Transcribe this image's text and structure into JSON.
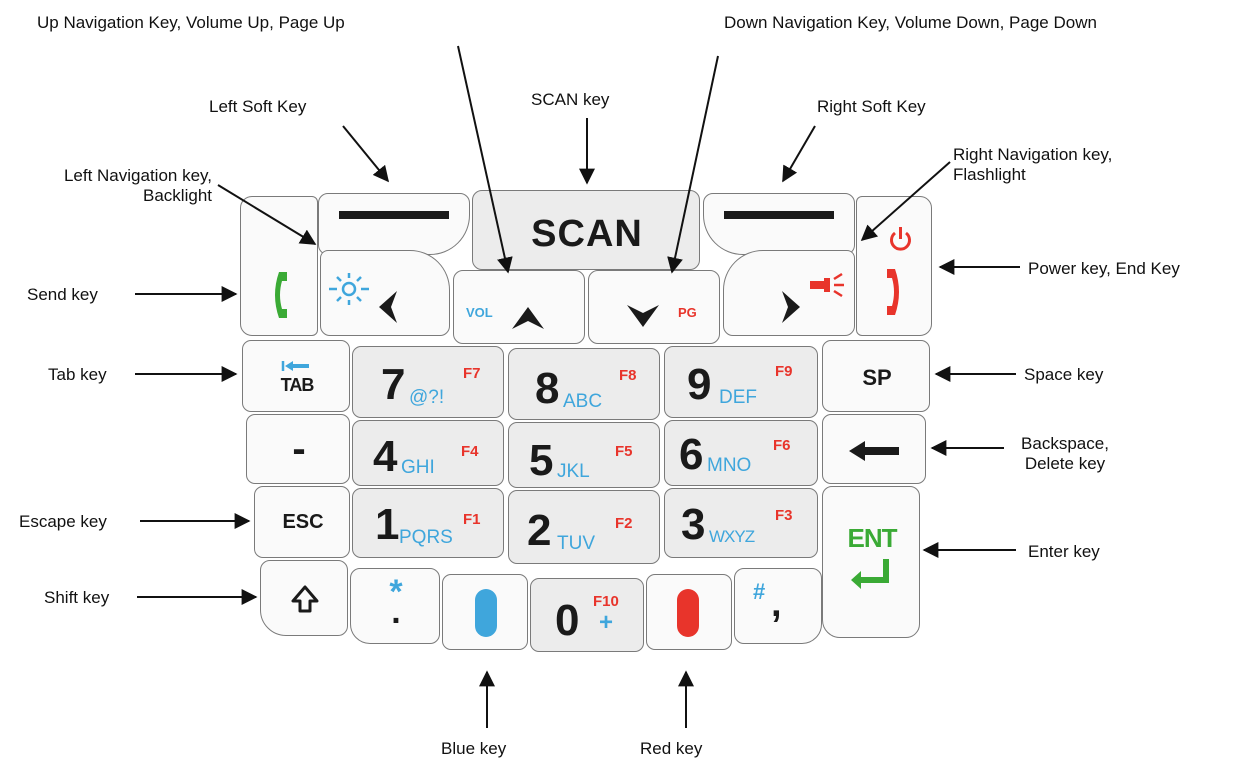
{
  "callouts": {
    "up_nav": "Up Navigation Key, Volume Up, Page Up",
    "down_nav": "Down Navigation Key, Volume Down, Page Down",
    "left_soft": "Left Soft Key",
    "scan": "SCAN key",
    "right_soft": "Right Soft Key",
    "left_nav_1": "Left Navigation key,",
    "left_nav_2": "Backlight",
    "right_nav_1": "Right Navigation key,",
    "right_nav_2": "Flashlight",
    "send": "Send key",
    "power": "Power key, End Key",
    "tab": "Tab key",
    "space": "Space key",
    "backspace_1": "Backspace,",
    "backspace_2": "Delete key",
    "escape": "Escape key",
    "enter": "Enter key",
    "shift": "Shift key",
    "blue": "Blue key",
    "red": "Red key"
  },
  "keys": {
    "scan": "SCAN",
    "vol": "VOL",
    "pg": "PG",
    "tab": "TAB",
    "sp": "SP",
    "minus": "-",
    "esc": "ESC",
    "ent": "ENT",
    "digits": [
      {
        "digit": "7",
        "letters": "@?!",
        "fn": "F7"
      },
      {
        "digit": "8",
        "letters": "ABC",
        "fn": "F8"
      },
      {
        "digit": "9",
        "letters": "DEF",
        "fn": "F9"
      },
      {
        "digit": "4",
        "letters": "GHI",
        "fn": "F4"
      },
      {
        "digit": "5",
        "letters": "JKL",
        "fn": "F5"
      },
      {
        "digit": "6",
        "letters": "MNO",
        "fn": "F6"
      },
      {
        "digit": "1",
        "letters": "PQRS",
        "fn": "F1"
      },
      {
        "digit": "2",
        "letters": "TUV",
        "fn": "F2"
      },
      {
        "digit": "3",
        "letters": "WXYZ",
        "fn": "F3"
      }
    ],
    "zero": {
      "digit": "0",
      "fn": "F10",
      "alt": "+"
    },
    "star": {
      "top": "*",
      "bottom": "."
    },
    "hash": {
      "top": "#",
      "bottom": ","
    }
  },
  "colors": {
    "blue": "#3fa6dc",
    "red": "#e8342b",
    "green": "#3aaa35",
    "key_fill": "#fafafa",
    "key_fill_dark": "#ececec",
    "key_border": "#7a7a7a"
  },
  "icons": [
    "send-phone-icon",
    "end-phone-icon",
    "power-icon",
    "backlight-sun-icon",
    "flashlight-icon",
    "left-chevron-icon",
    "up-chevron-icon",
    "down-chevron-icon",
    "right-chevron-icon",
    "tab-arrow-icon",
    "backspace-arrow-icon",
    "shift-arrow-icon",
    "enter-arrow-icon",
    "blue-oval-icon",
    "red-oval-icon"
  ]
}
